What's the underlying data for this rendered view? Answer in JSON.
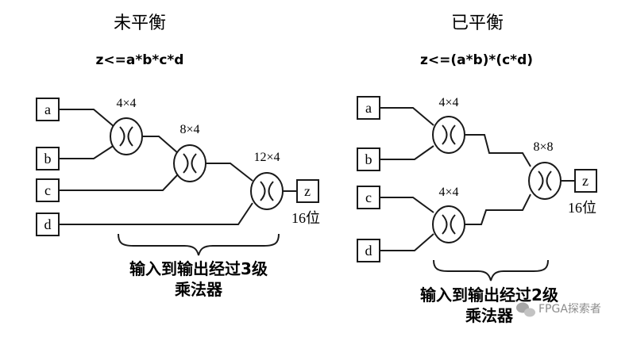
{
  "left": {
    "title": "未平衡",
    "formula": "z<=a*b*c*d",
    "inputs": [
      "a",
      "b",
      "c",
      "d"
    ],
    "multipliers": [
      "4×4",
      "8×4",
      "12×4"
    ],
    "output": "z",
    "output_bits": "16位",
    "note_line1": "输入到输出经过3级",
    "note_line2": "乘法器"
  },
  "right": {
    "title": "已平衡",
    "formula": "z<=(a*b)*(c*d)",
    "inputs": [
      "a",
      "b",
      "c",
      "d"
    ],
    "multipliers": [
      "4×4",
      "4×4",
      "8×8"
    ],
    "output": "z",
    "output_bits": "16位",
    "note_line1": "输入到输出经过2级",
    "note_line2": "乘法器"
  },
  "watermark": {
    "icon": "wechat-icon",
    "text": "FPGA探索者"
  }
}
